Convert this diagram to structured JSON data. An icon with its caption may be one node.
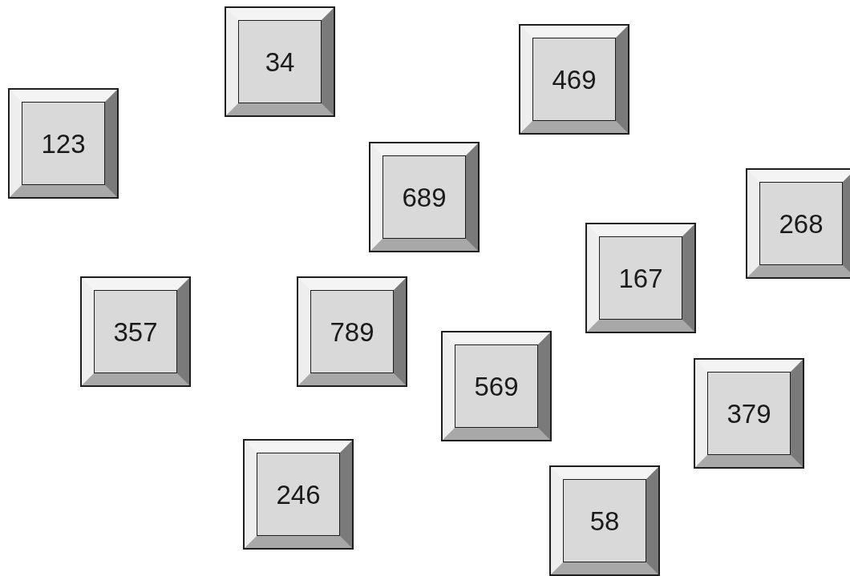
{
  "diagram": {
    "nodes": [
      {
        "text": [
          "34"
        ]
      },
      {
        "text": [
          "469"
        ]
      },
      {
        "text": [
          "123"
        ]
      },
      {
        "text": [
          "689"
        ]
      },
      {
        "text": [
          "268"
        ]
      },
      {
        "text": [
          "167"
        ]
      },
      {
        "text": [
          "357"
        ]
      },
      {
        "text": [
          "789"
        ]
      },
      {
        "text": [
          "569"
        ]
      },
      {
        "text": [
          "379"
        ]
      },
      {
        "text": [
          "246"
        ]
      },
      {
        "text": [
          "58"
        ]
      }
    ]
  }
}
